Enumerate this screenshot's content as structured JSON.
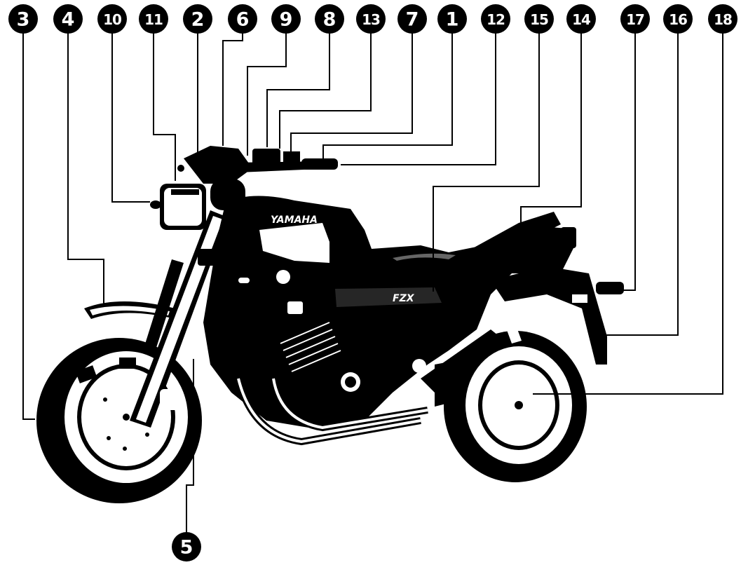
{
  "callouts": [
    {
      "id": "c3",
      "label": "3"
    },
    {
      "id": "c4",
      "label": "4"
    },
    {
      "id": "c10",
      "label": "10"
    },
    {
      "id": "c11",
      "label": "11"
    },
    {
      "id": "c2",
      "label": "2"
    },
    {
      "id": "c6",
      "label": "6"
    },
    {
      "id": "c9",
      "label": "9"
    },
    {
      "id": "c8",
      "label": "8"
    },
    {
      "id": "c13",
      "label": "13"
    },
    {
      "id": "c7",
      "label": "7"
    },
    {
      "id": "c1",
      "label": "1"
    },
    {
      "id": "c12",
      "label": "12"
    },
    {
      "id": "c15",
      "label": "15"
    },
    {
      "id": "c14",
      "label": "14"
    },
    {
      "id": "c17",
      "label": "17"
    },
    {
      "id": "c16",
      "label": "16"
    },
    {
      "id": "c18",
      "label": "18"
    },
    {
      "id": "c5",
      "label": "5"
    }
  ],
  "photo": {
    "tank_brand": "YAMAHA",
    "side_cover_model": "FZX"
  }
}
